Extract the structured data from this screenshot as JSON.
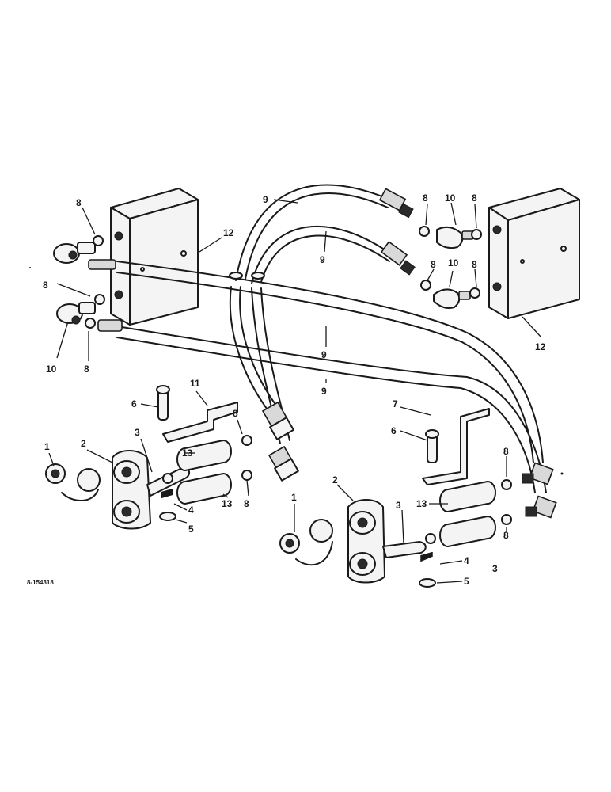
{
  "figure_id": "8-154318",
  "callouts": {
    "c1a": "1",
    "c1b": "1",
    "c2a": "2",
    "c2b": "2",
    "c3a": "3",
    "c3b": "3",
    "c3c": "3",
    "c4a": "4",
    "c4b": "4",
    "c5a": "5",
    "c5b": "5",
    "c6a": "6",
    "c6b": "6",
    "c7": "7",
    "c8a": "8",
    "c8b": "8",
    "c8c": "8",
    "c8d": "8",
    "c8e": "8",
    "c8f": "8",
    "c8g": "8",
    "c8h": "8",
    "c8i": "8",
    "c8j": "8",
    "c8k": "8",
    "c9a": "9",
    "c9b": "9",
    "c9c": "9",
    "c9d": "9",
    "c10a": "10",
    "c10b": "10",
    "c10c": "10",
    "c11": "11",
    "c12a": "12",
    "c12b": "12",
    "c13a": "13",
    "c13b": "13",
    "c13c": "13"
  }
}
